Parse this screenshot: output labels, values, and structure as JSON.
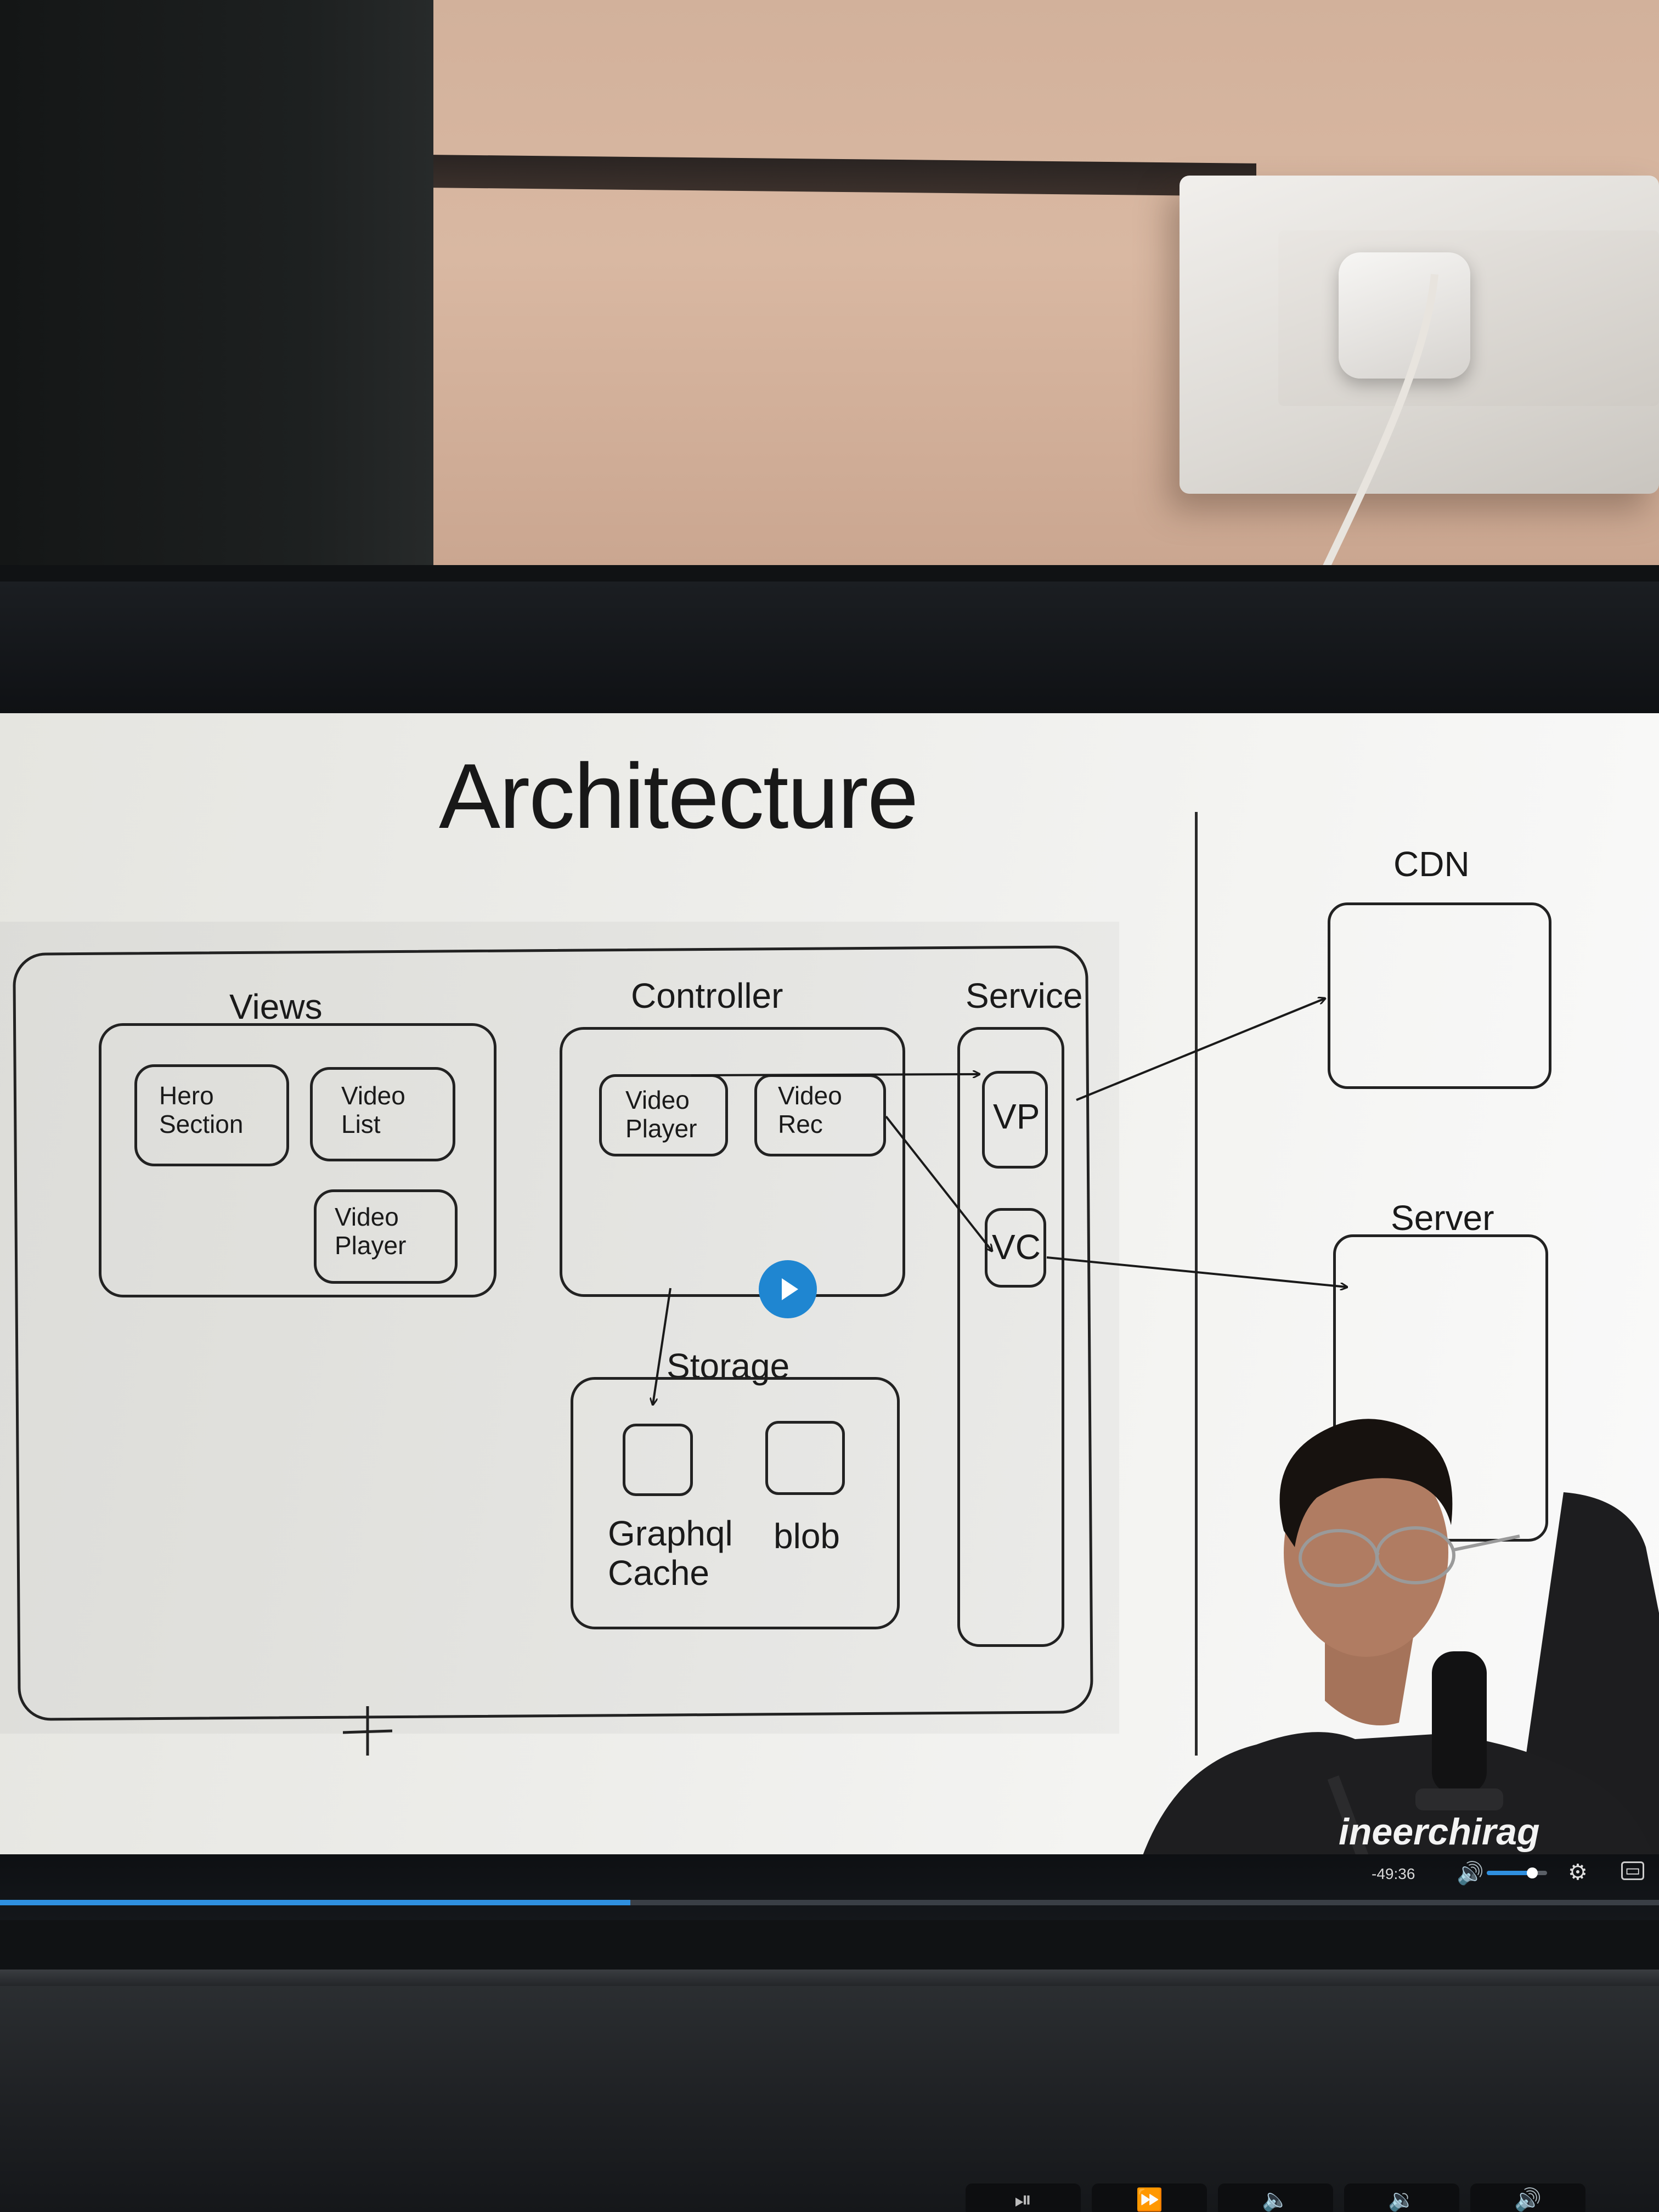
{
  "slide": {
    "title": "Architecture",
    "views": {
      "label": "Views",
      "items": [
        "Hero\nSection",
        "Video\nList",
        "Video\nPlayer"
      ]
    },
    "controller": {
      "label": "Controller",
      "items": [
        "Video\nPlayer",
        "Video\nRec"
      ]
    },
    "service": {
      "label": "Service",
      "items": [
        "VP",
        "VC"
      ]
    },
    "storage": {
      "label": "Storage",
      "items": [
        "Graphql\nCache",
        "blob"
      ]
    },
    "external": {
      "cdn_label": "CDN",
      "server_label": "Server"
    }
  },
  "presenter": {
    "watermark": "ineerchirag"
  },
  "player": {
    "time_remaining": "-49:36",
    "progress_fraction": 0.38,
    "volume_fraction": 0.75,
    "icons": [
      "speaker-icon",
      "gear-icon",
      "caption-icon",
      "play-icon"
    ],
    "colors": {
      "accent": "#2f90e0",
      "play_button": "#1f86d1"
    }
  }
}
